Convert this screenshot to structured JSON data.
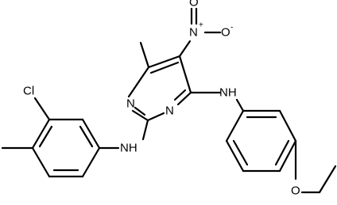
{
  "molecule": {
    "atoms": {
      "nitro_o_top": "O",
      "nitro_n": "N",
      "nitro_n_charge": "+",
      "nitro_o_right": "O",
      "nitro_o_right_charge": "-",
      "ring_n_upper": "N",
      "ring_n_lower": "N",
      "nh_right": "NH",
      "nh_left": "NH",
      "chlorine": "Cl",
      "ether_o": "O"
    }
  }
}
